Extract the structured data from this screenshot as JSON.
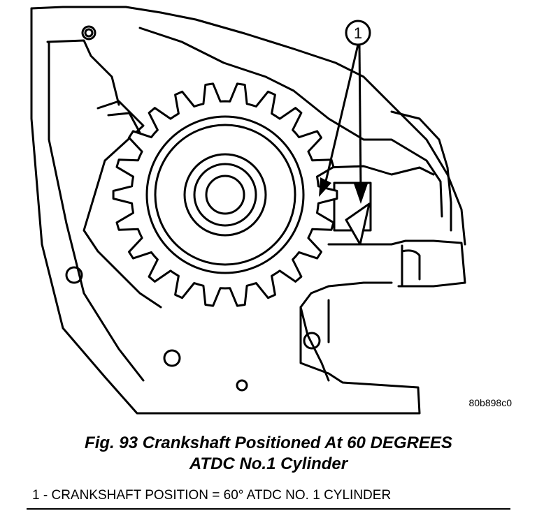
{
  "figure": {
    "callout_number": "1",
    "image_code": "80b898c0",
    "caption_line1": "Fig. 93 Crankshaft Positioned At 60 DEGREES",
    "caption_line2": "ATDC No.1 Cylinder"
  },
  "legend": {
    "number": "1",
    "separator": " - ",
    "text": "CRANKSHAFT POSITION = 60° ATDC NO. 1 CYLINDER"
  }
}
